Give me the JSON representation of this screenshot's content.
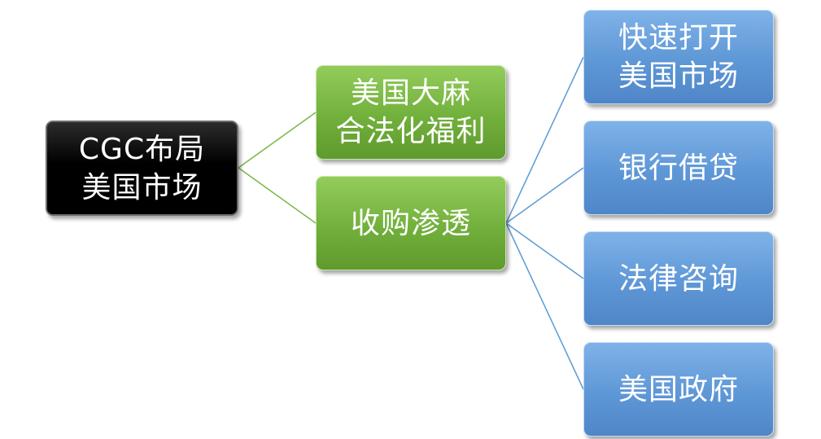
{
  "diagram": {
    "root": {
      "label": "CGC布局\n美国市场"
    },
    "level1": [
      {
        "label": "美国大麻\n合法化福利"
      },
      {
        "label": "收购渗透"
      }
    ],
    "level2": [
      {
        "label": "快速打开\n美国市场"
      },
      {
        "label": "银行借贷"
      },
      {
        "label": "法律咨询"
      },
      {
        "label": "美国政府"
      }
    ],
    "colors": {
      "root": "#000000",
      "level1": "#72b03c",
      "level2": "#5e97d6",
      "green_connector": "#7ab648",
      "blue_connector": "#5b9bd5"
    }
  }
}
